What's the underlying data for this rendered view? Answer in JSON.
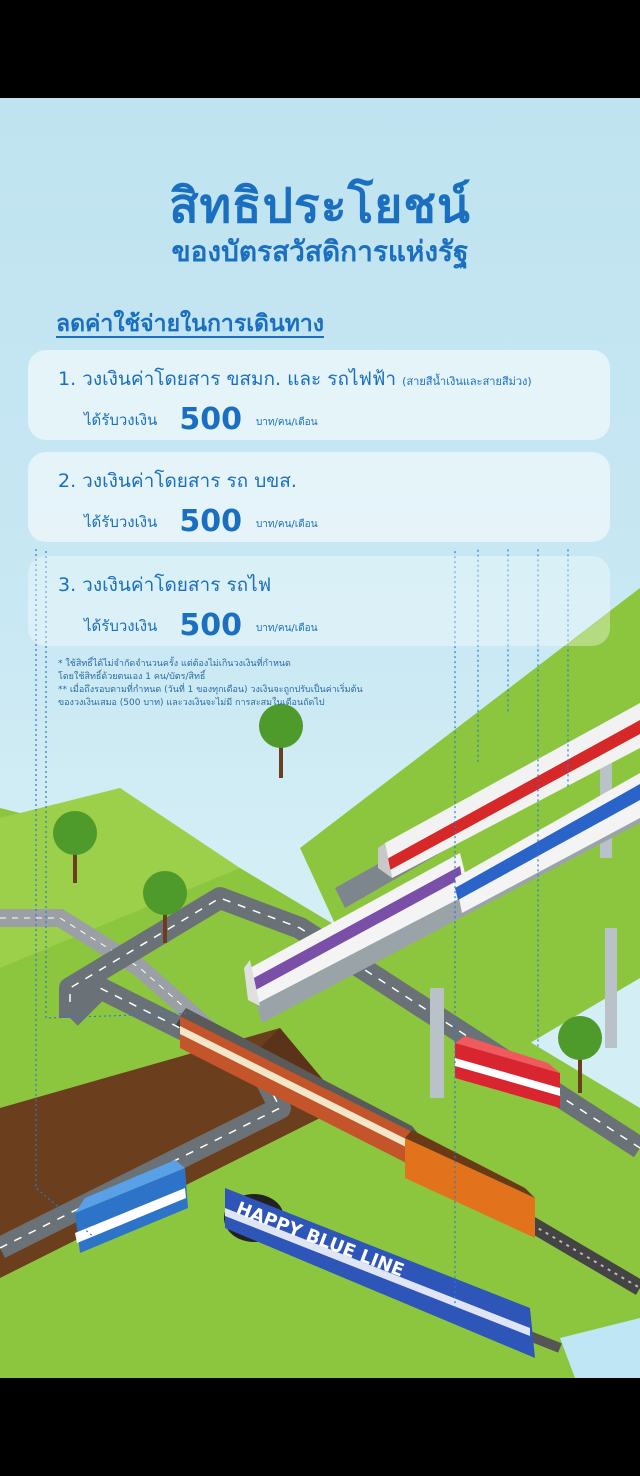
{
  "header": {
    "title_line1": "สิทธิประโยชน์",
    "title_line2": "ของบัตรสวัสดิการแห่งรัฐ"
  },
  "section_heading": "ลดค่าใช้จ่ายในการเดินทาง",
  "benefits": [
    {
      "title": "1. วงเงินค่าโดยสาร ขสมก. และ รถไฟฟ้า",
      "note": "(สายสีน้ำเงินและสายสีม่วง)",
      "prefix": "ได้รับวงเงิน",
      "amount": "500",
      "unit": "บาท/คน/เดือน"
    },
    {
      "title": "2. วงเงินค่าโดยสาร รถ บขส.",
      "note": "",
      "prefix": "ได้รับวงเงิน",
      "amount": "500",
      "unit": "บาท/คน/เดือน"
    },
    {
      "title": "3. วงเงินค่าโดยสาร รถไฟ",
      "note": "",
      "prefix": "ได้รับวงเงิน",
      "amount": "500",
      "unit": "บาท/คน/เดือน"
    }
  ],
  "footnotes": [
    "*   ใช้สิทธิ์ได้ไม่จำกัดจำนวนครั้ง แต่ต้องไม่เกินวงเงินที่กำหนด",
    "โดยใช้สิทธิ์ด้วยตนเอง 1 คน/บัตร/สิทธิ์",
    "**  เมื่อถึงรอบตามที่กำหนด (วันที่ 1 ของทุกเดือน) วงเงินจะถูกปรับเป็นค่าเริ่มต้น",
    "ของวงเงินเสมอ (500 บาท) และวงเงินจะไม่มี การสะสมในเดือนถัดไป"
  ],
  "train_lettering": "HAPPY BLUE LINE",
  "colors": {
    "accent_blue": "#1a6fc0",
    "grass_green": "#8cc63f",
    "purple_line": "#7a4fa8",
    "red_bus": "#d9252f",
    "orange_loco": "#e2731c"
  }
}
